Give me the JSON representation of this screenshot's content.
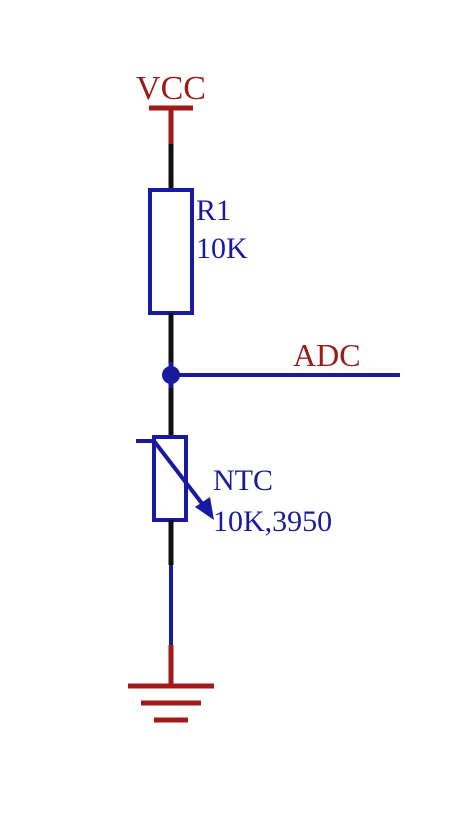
{
  "power": {
    "label": "VCC"
  },
  "resistor": {
    "designator": "R1",
    "value": "10K"
  },
  "net": {
    "label": "ADC"
  },
  "thermistor": {
    "designator": "NTC",
    "value": "10K,3950"
  },
  "colors": {
    "power_red": "#a01a1a",
    "wire_blue": "#1a1aa0",
    "wire_black": "#111111",
    "label_red": "#9b1b1b",
    "label_blue": "#1a1aa0"
  }
}
